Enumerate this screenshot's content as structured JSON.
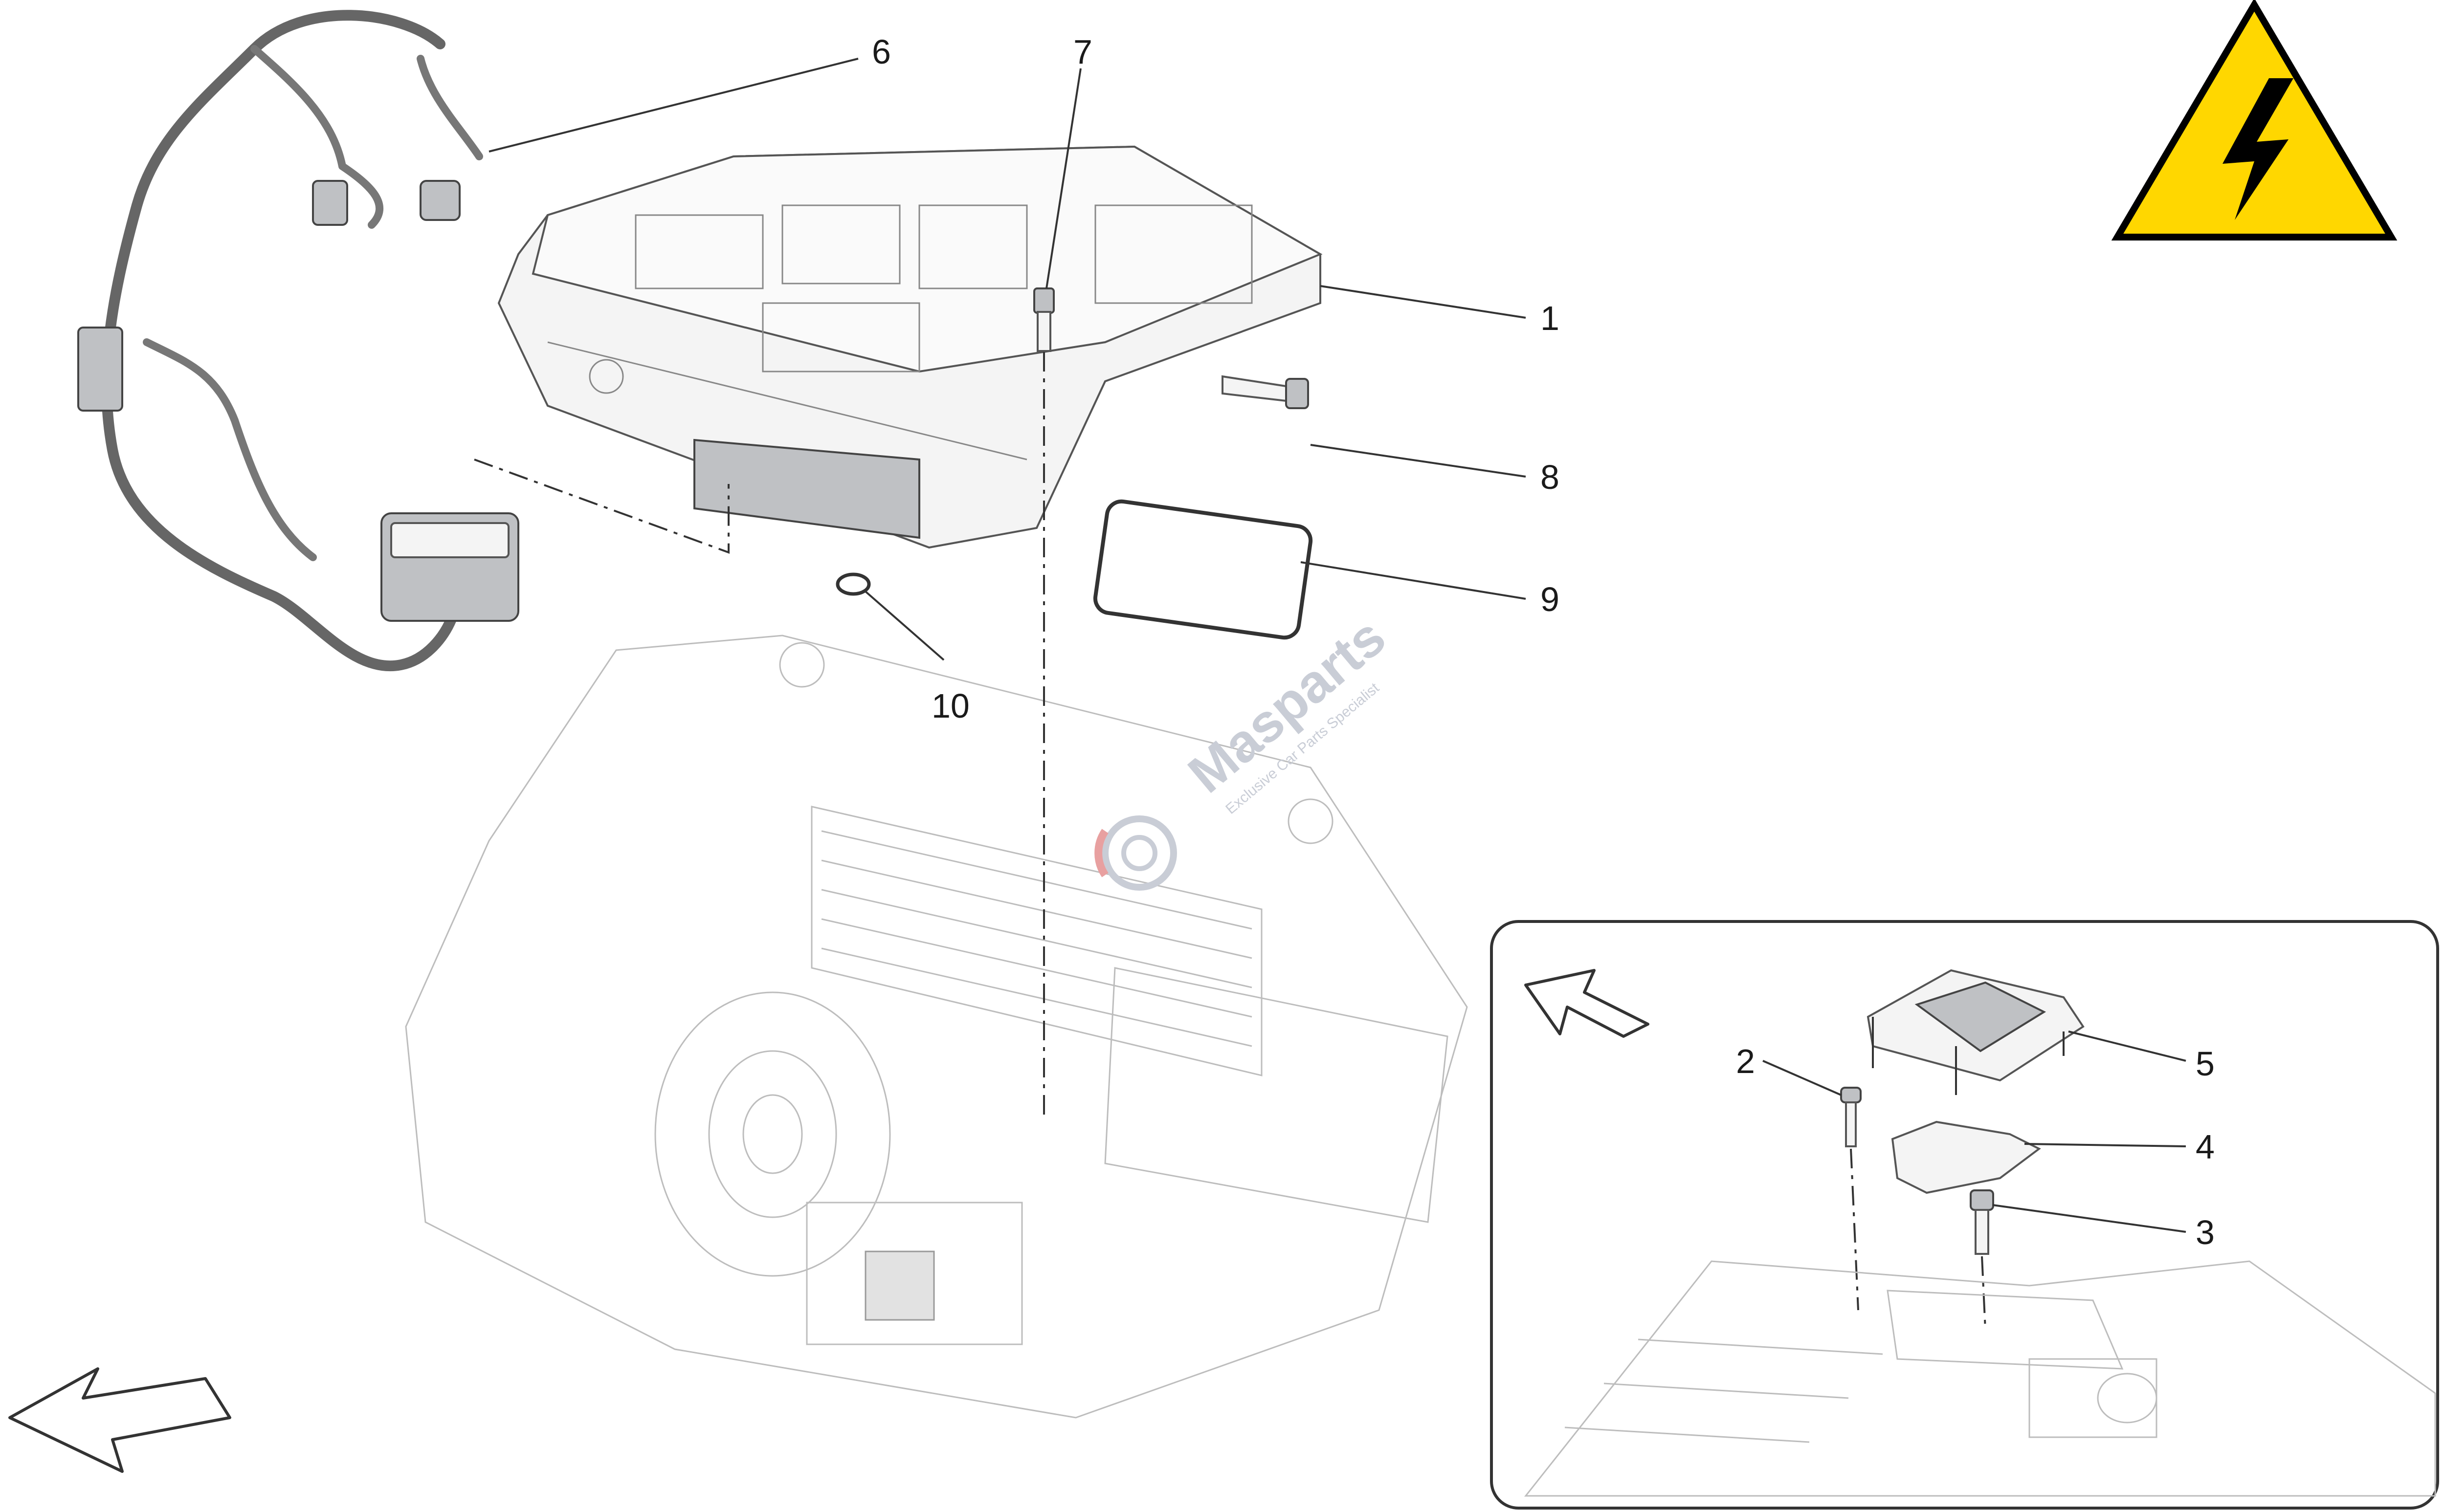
{
  "diagram": {
    "callouts": {
      "c1": "1",
      "c2": "2",
      "c3": "3",
      "c4": "4",
      "c5": "5",
      "c6": "6",
      "c7": "7",
      "c8": "8",
      "c9": "9",
      "c10": "10"
    },
    "watermark": {
      "brand": "Masparts",
      "tagline": "Exclusive Car Parts Specialist"
    },
    "icons": {
      "warning": "high-voltage-warning-icon",
      "direction_main": "direction-arrow-icon",
      "direction_inset": "direction-arrow-icon"
    },
    "colors": {
      "warning_fill": "#FFD700",
      "warning_stroke": "#000000",
      "line": "#333333",
      "watermark": "#c9cdd6",
      "watermark_accent": "#e8a0a0"
    }
  }
}
